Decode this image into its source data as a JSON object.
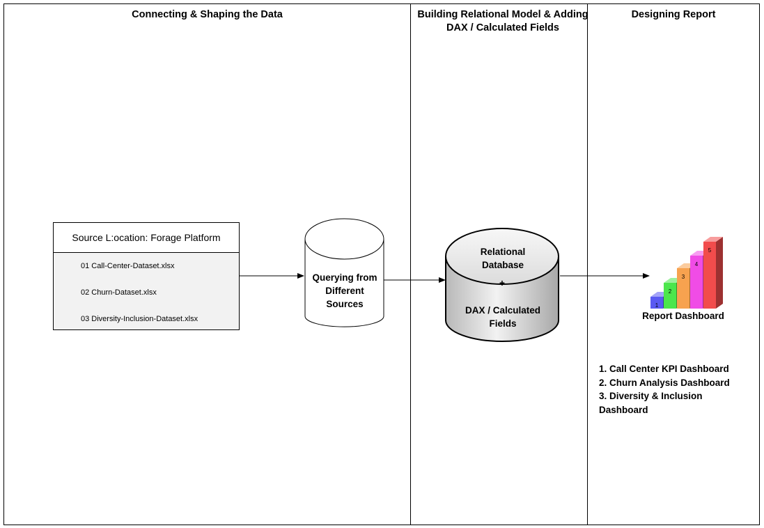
{
  "lanes": [
    {
      "title": "Connecting & Shaping the Data"
    },
    {
      "title": "Building Relational Model & Adding DAX / Calculated Fields"
    },
    {
      "title": "Designing Report"
    }
  ],
  "source": {
    "header": "Source L:ocation: Forage Platform",
    "files": [
      "01 Call-Center-Dataset.xlsx",
      "02 Churn-Dataset.xlsx",
      "03 Diversity-Inclusion-Dataset.xlsx"
    ]
  },
  "query_node": {
    "label": "Querying from Different Sources"
  },
  "database_node": {
    "line1": "Relational Database",
    "plus": "+",
    "line2": "DAX / Calculated Fields"
  },
  "report": {
    "label": "Report Dashboard",
    "bars": [
      "1",
      "2",
      "3",
      "4",
      "5"
    ],
    "bar_colors": [
      "#5a5af2",
      "#4ce64c",
      "#f7a24f",
      "#f04ce6",
      "#f24c4c"
    ],
    "deliverables": [
      "1. Call Center KPI Dashboard",
      "2. Churn Analysis Dashboard",
      "3. Diversity & Inclusion Dashboard"
    ]
  }
}
